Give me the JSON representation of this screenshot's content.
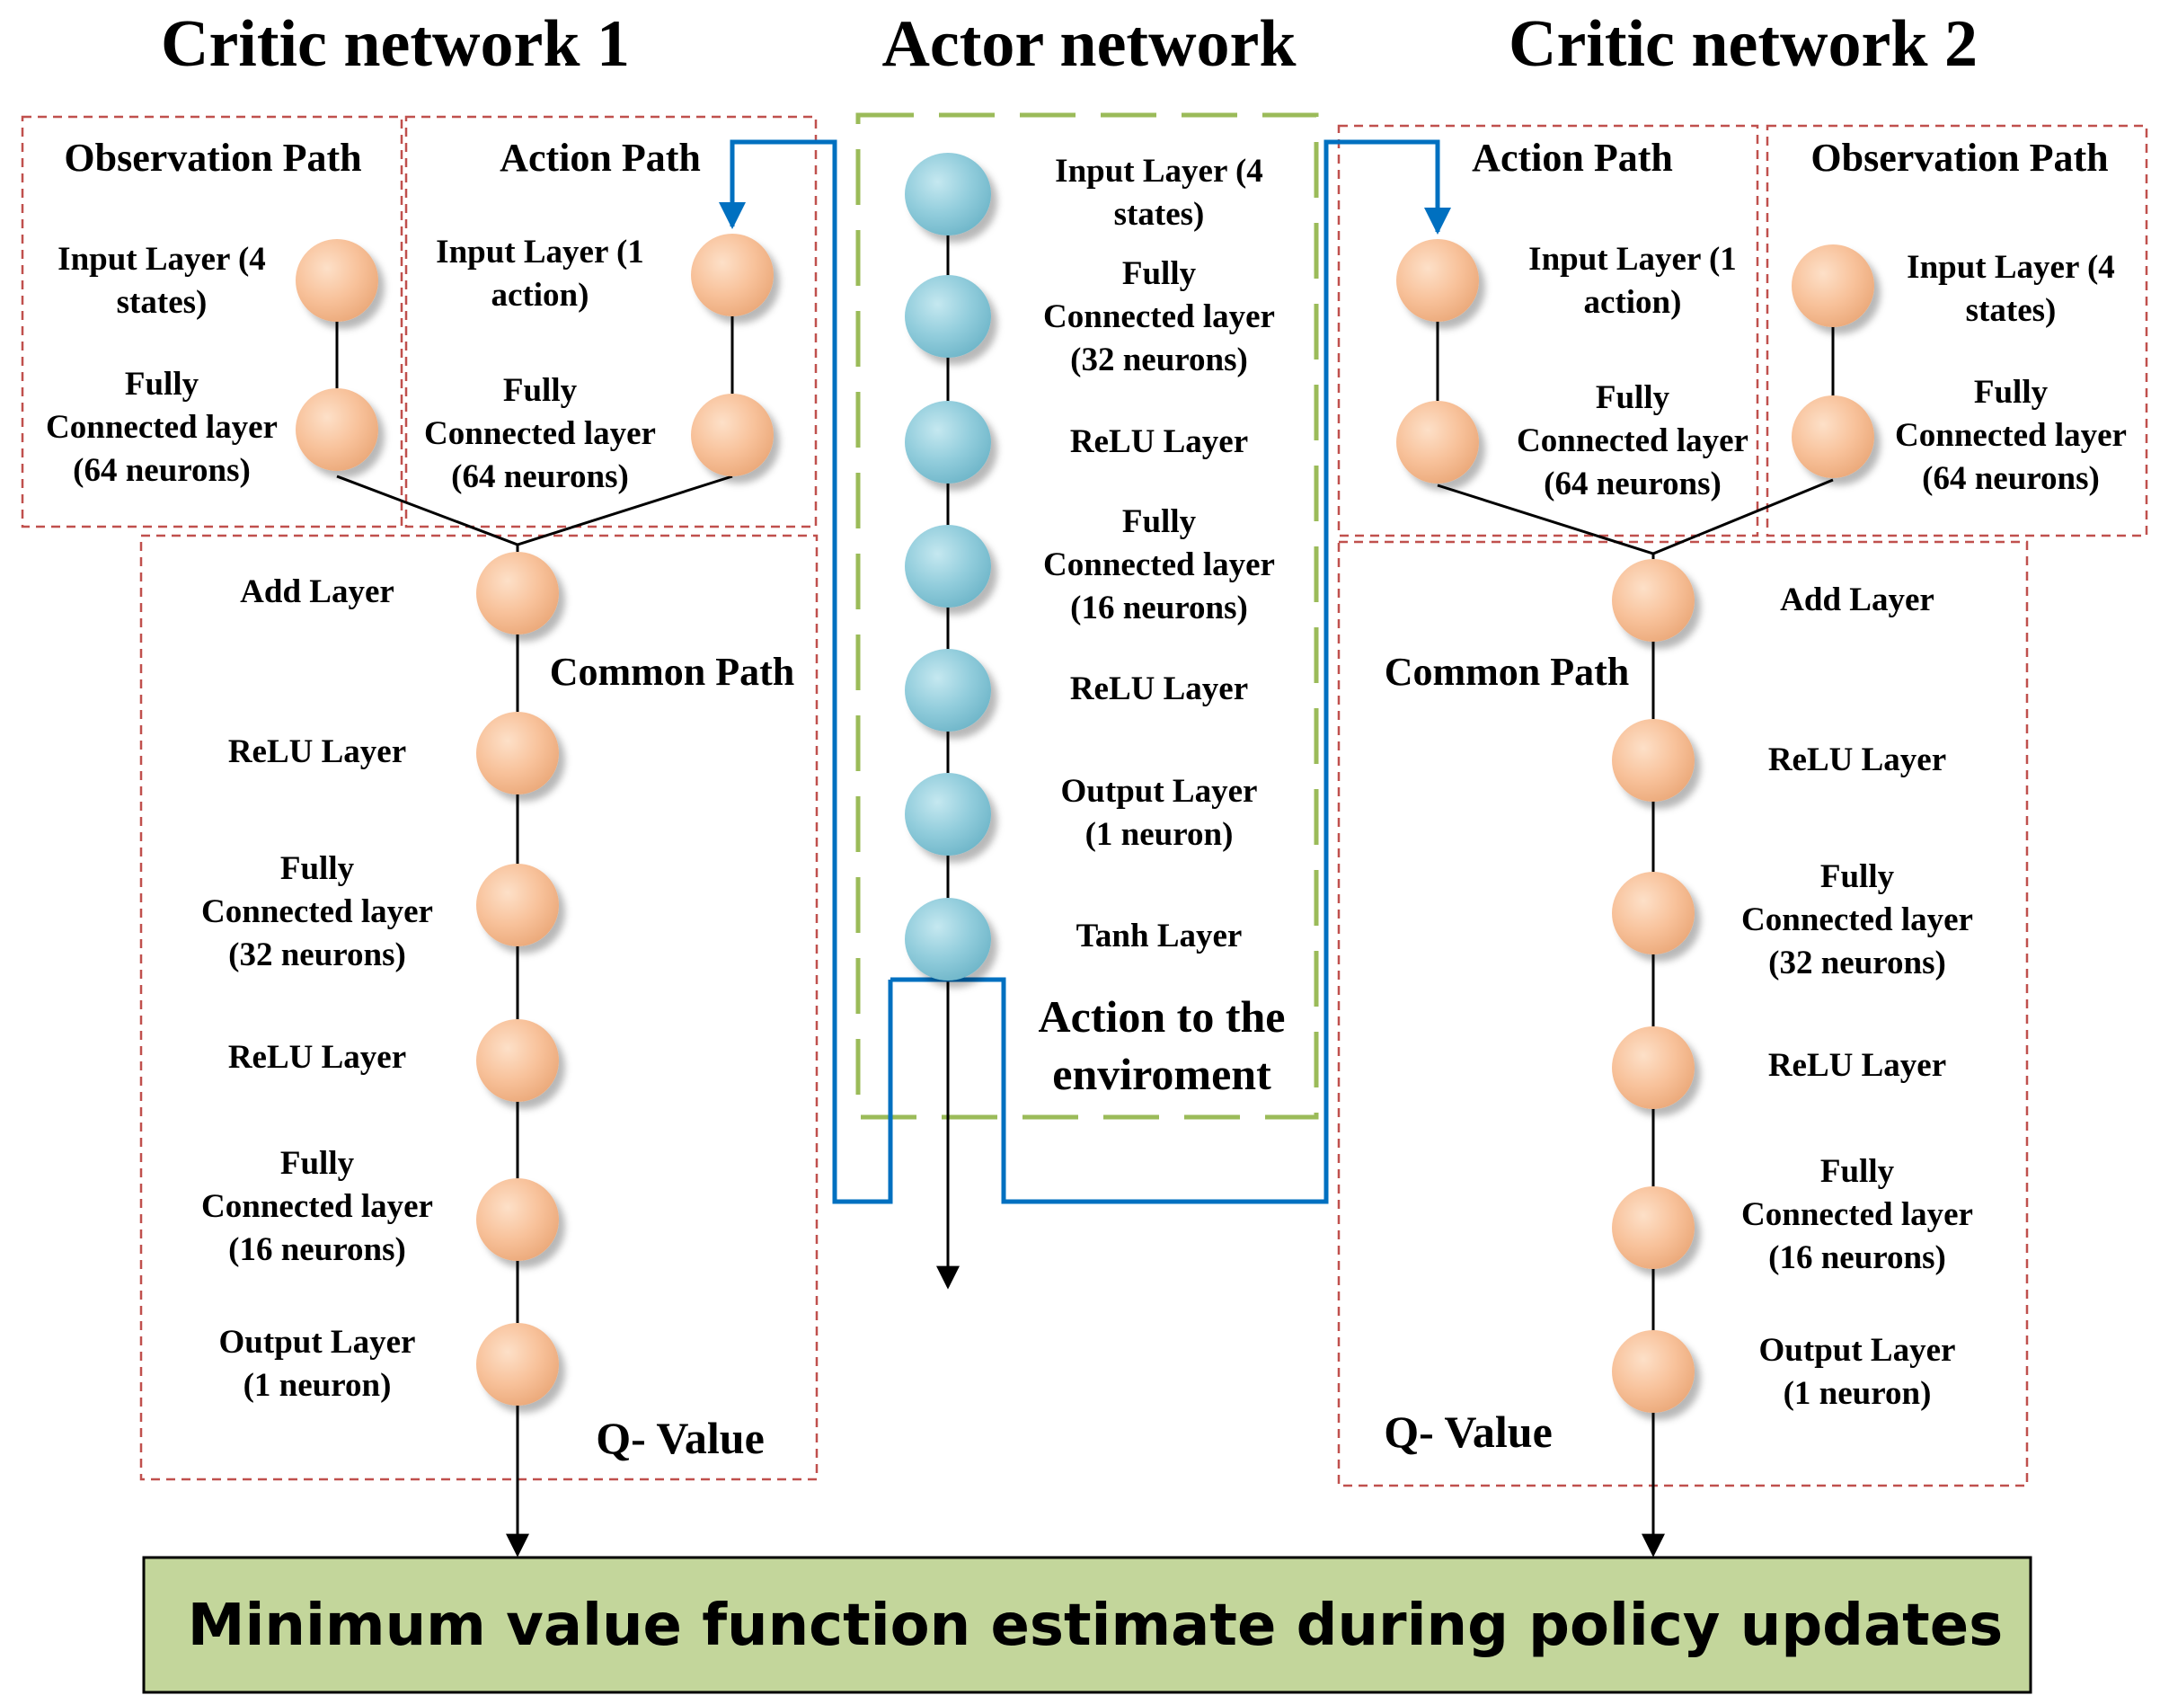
{
  "titles": {
    "critic1": "Critic network 1",
    "actor": "Actor network",
    "critic2": "Critic network 2"
  },
  "critic1": {
    "observation_path": {
      "title": "Observation Path",
      "input": [
        "Input Layer (4",
        "states)"
      ],
      "fc": [
        "Fully",
        "Connected layer",
        "(64 neurons)"
      ]
    },
    "action_path": {
      "title": "Action Path",
      "input": [
        "Input Layer (1",
        "action)"
      ],
      "fc": [
        "Fully",
        "Connected layer",
        "(64 neurons)"
      ]
    },
    "common_path": {
      "title": "Common Path",
      "add": "Add Layer",
      "relu1": "ReLU Layer",
      "fc32": [
        "Fully",
        "Connected layer",
        "(32 neurons)"
      ],
      "relu2": "ReLU Layer",
      "fc16": [
        "Fully",
        "Connected layer",
        "(16 neurons)"
      ],
      "output": [
        "Output Layer",
        "(1 neuron)"
      ],
      "q_value": "Q- Value"
    }
  },
  "actor": {
    "input": [
      "Input Layer (4",
      "states)"
    ],
    "fc32": [
      "Fully",
      "Connected layer",
      "(32 neurons)"
    ],
    "relu1": "ReLU Layer",
    "fc16": [
      "Fully",
      "Connected layer",
      "(16 neurons)"
    ],
    "relu2": "ReLU Layer",
    "output": [
      "Output Layer",
      "(1 neuron)"
    ],
    "tanh": "Tanh Layer",
    "action_to_env": [
      "Action to the",
      "enviroment"
    ]
  },
  "critic2": {
    "action_path": {
      "title": "Action Path",
      "input": [
        "Input Layer (1",
        "action)"
      ],
      "fc": [
        "Fully",
        "Connected layer",
        "(64 neurons)"
      ]
    },
    "observation_path": {
      "title": "Observation Path",
      "input": [
        "Input Layer (4",
        "states)"
      ],
      "fc": [
        "Fully",
        "Connected layer",
        "(64 neurons)"
      ]
    },
    "common_path": {
      "title": "Common Path",
      "add": "Add Layer",
      "relu1": "ReLU Layer",
      "fc32": [
        "Fully",
        "Connected layer",
        "(32 neurons)"
      ],
      "relu2": "ReLU Layer",
      "fc16": [
        "Fully",
        "Connected layer",
        "(16 neurons)"
      ],
      "output": [
        "Output Layer",
        "(1 neuron)"
      ],
      "q_value": "Q- Value"
    }
  },
  "bottom_box": "Minimum value function estimate during policy updates",
  "colors": {
    "critic_node": "#f8c29b",
    "actor_node": "#92cddc",
    "dashed_red": "#c0504d",
    "dashed_green": "#9bbb59",
    "blue_arrow": "#0070c0",
    "bottom_fill": "#c3d69b"
  }
}
